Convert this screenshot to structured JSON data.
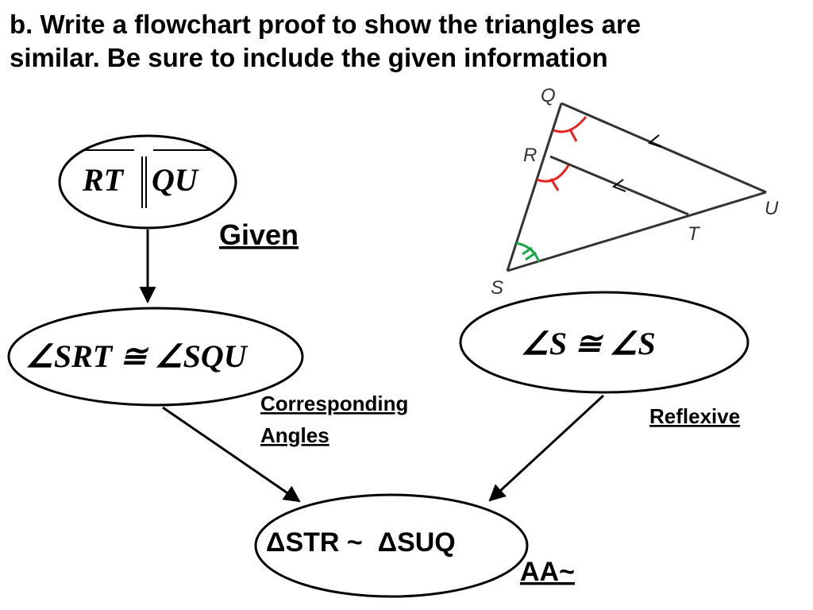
{
  "heading": {
    "line1": "b.  Write a flowchart proof to show the triangles are",
    "line2": "similar.  Be sure to include the given information"
  },
  "figure": {
    "points": {
      "Q": "Q",
      "R": "R",
      "S": "S",
      "T": "T",
      "U": "U"
    }
  },
  "flowchart": {
    "given": {
      "statement": "RT ║ QU",
      "seg1": "RT",
      "seg2": "QU",
      "reason": "Given"
    },
    "angle_step": {
      "statement": "∠SRT ≅ ∠SQU",
      "reason_line1": "Corresponding",
      "reason_line2": "Angles"
    },
    "reflexive_step": {
      "statement": "∠S ≅ ∠S",
      "reason": "Reflexive"
    },
    "conclusion": {
      "statement": "ΔSTR ~  ΔSUQ",
      "reason": "AA~"
    }
  },
  "colors": {
    "line": "#000000",
    "angle_mark_red": "#e8211f",
    "angle_mark_green": "#1aa64a",
    "figure_line": "#333333"
  }
}
